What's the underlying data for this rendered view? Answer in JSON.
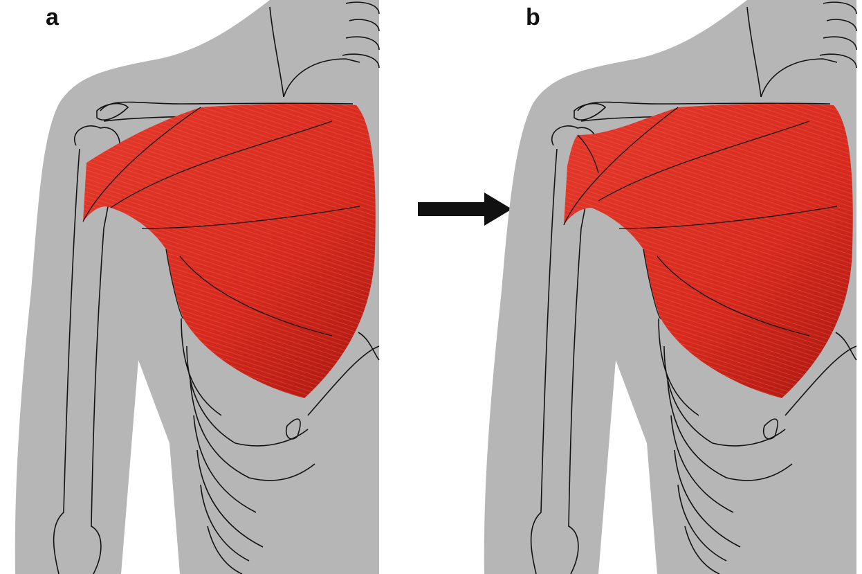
{
  "panels": [
    {
      "label": "a",
      "muscle_state": "default"
    },
    {
      "label": "b",
      "muscle_state": "shifted"
    }
  ],
  "transition_arrow": {
    "direction": "right"
  },
  "colors": {
    "skin": "#b6b6b6",
    "muscle": "#d62a1e",
    "muscle_dark": "#a8170f",
    "muscle_light": "#f08a7c",
    "outline": "#111111",
    "arrow": "#111111",
    "background": "#ffffff"
  },
  "icons": [
    "right-arrow-icon"
  ]
}
